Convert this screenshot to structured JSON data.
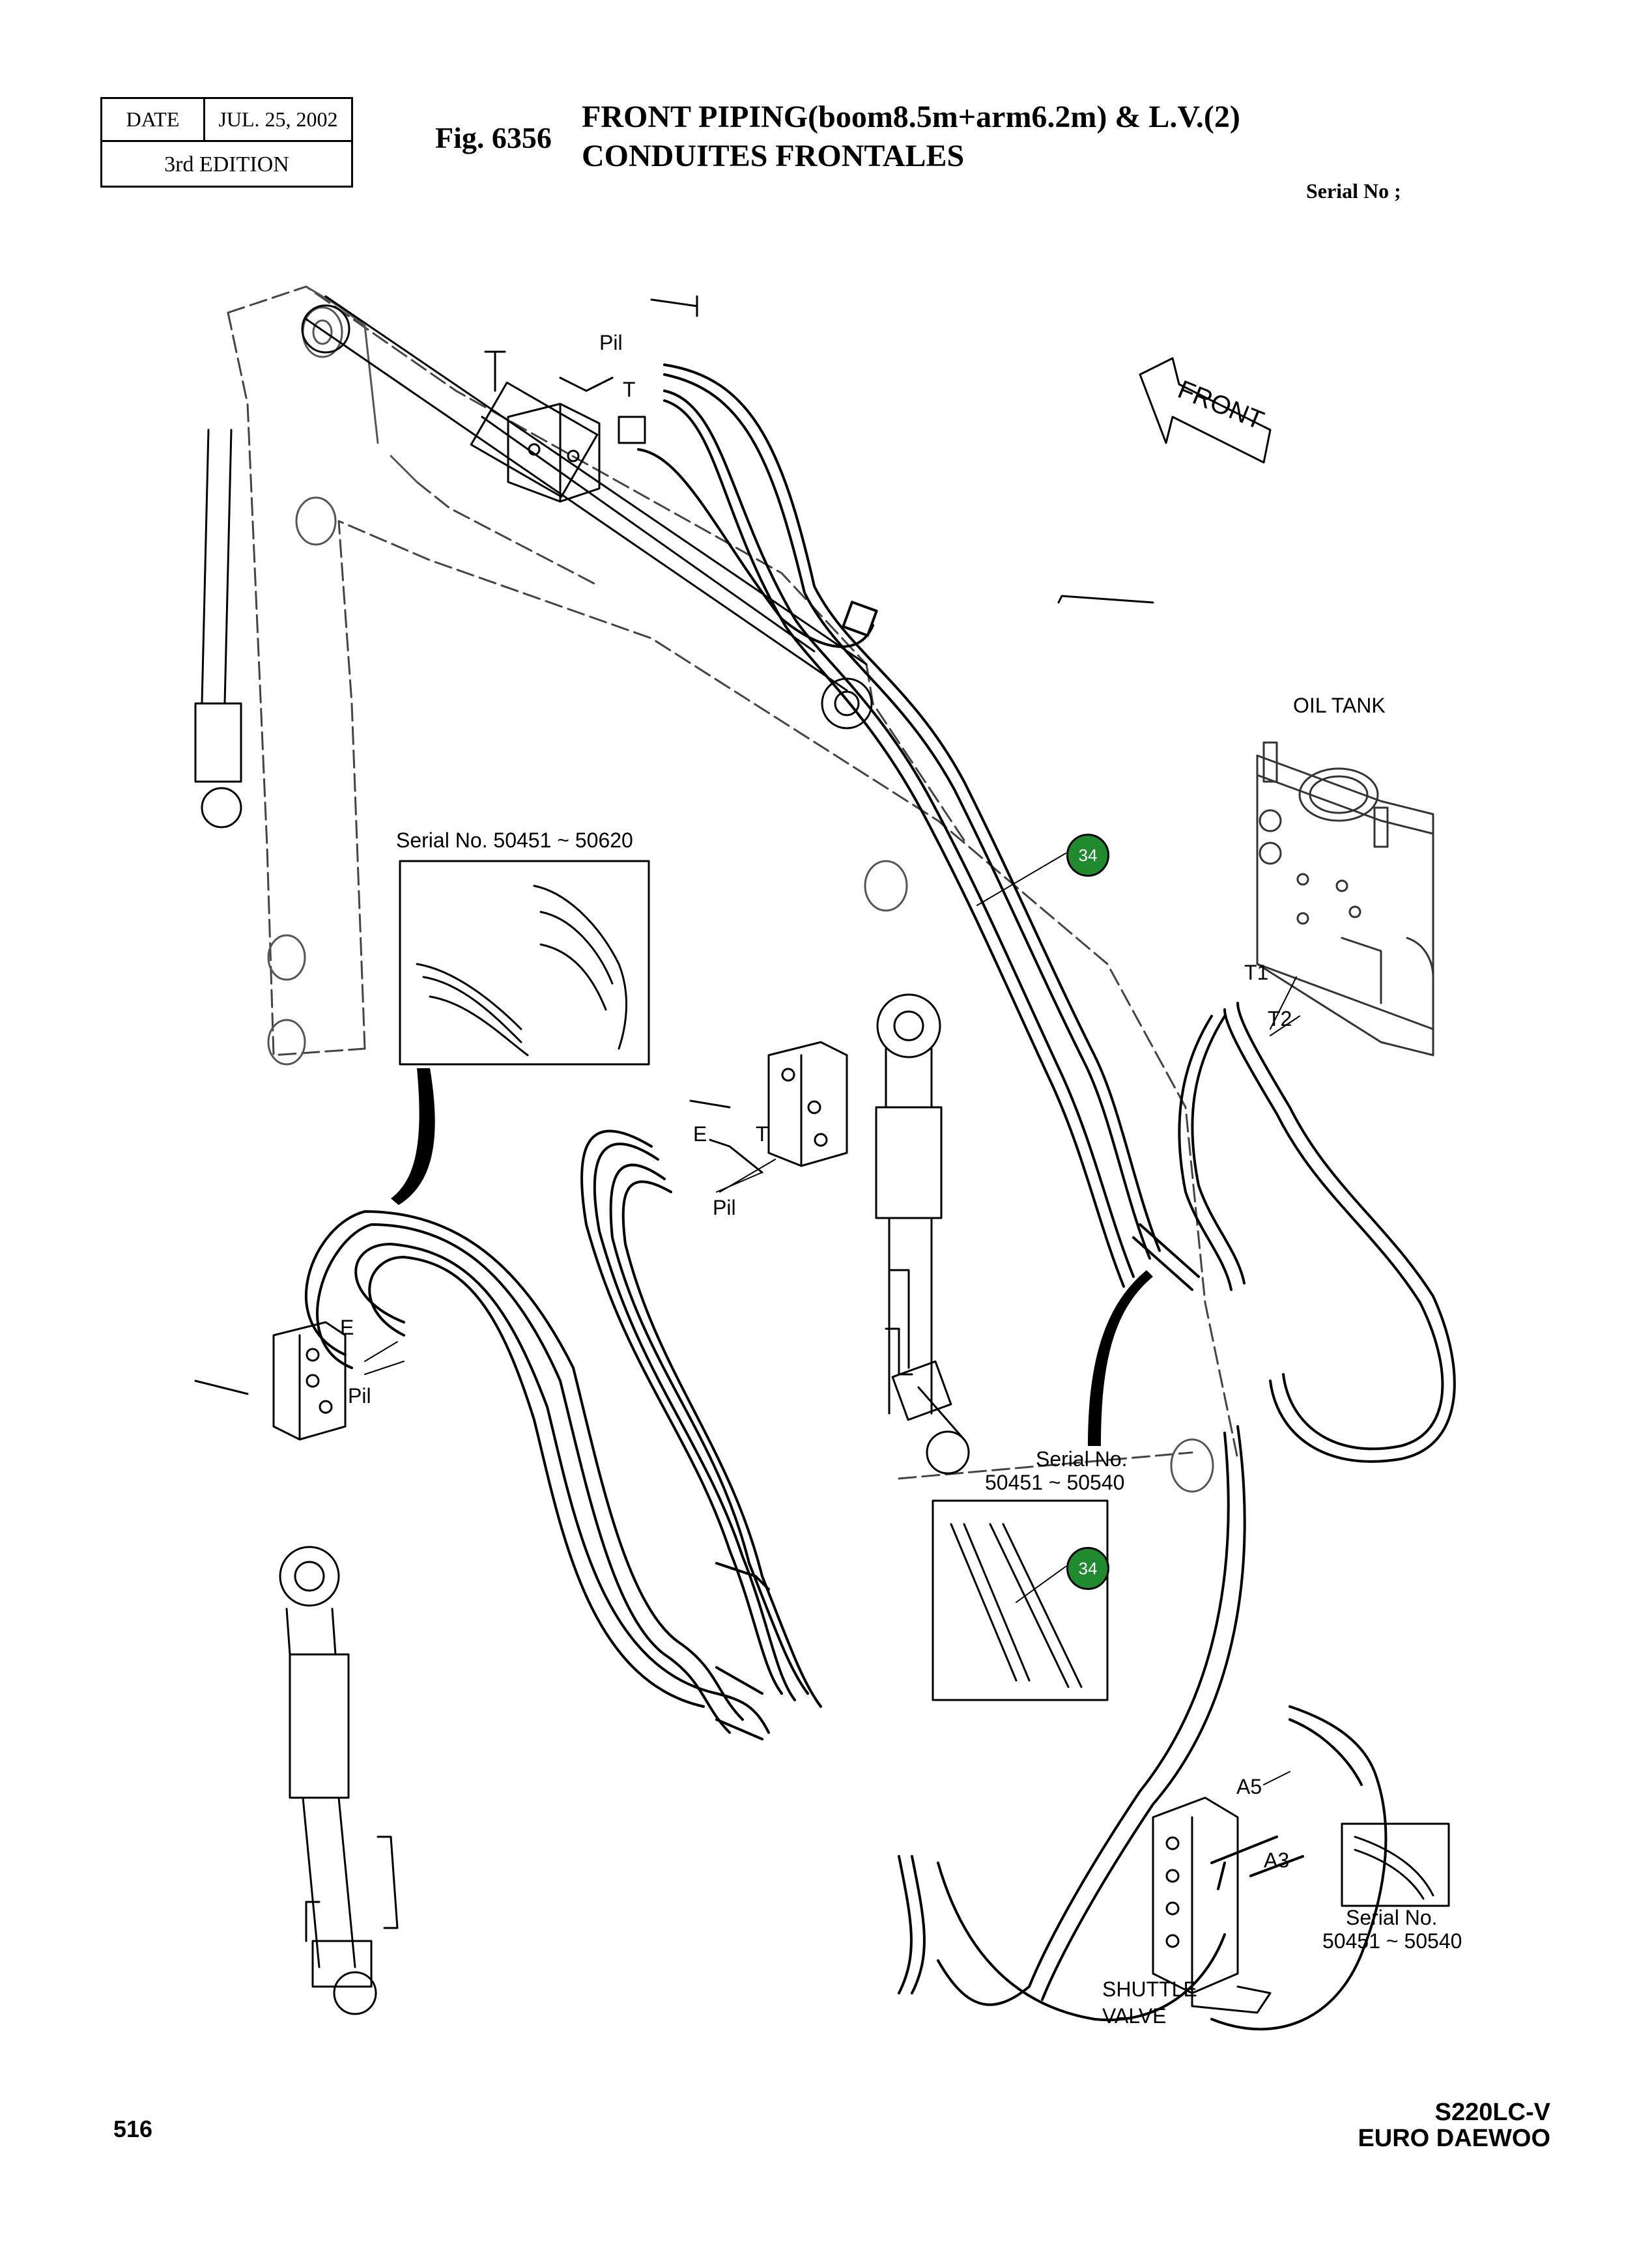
{
  "header": {
    "date_label": "DATE",
    "date_value": "JUL. 25, 2002",
    "edition": "3rd  EDITION",
    "fig_number": "Fig. 6356",
    "title_en": "FRONT PIPING(boom8.5m+arm6.2m) & L.V.(2)",
    "title_fr": "CONDUITES FRONTALES",
    "serial_label": "Serial No ;"
  },
  "diagram": {
    "front_arrow": "FRONT",
    "oil_tank": "OIL TANK",
    "shuttle_valve": [
      "SHUTTLE",
      "VALVE"
    ],
    "port_labels": {
      "pil_top": "Pil",
      "t_top": "T",
      "e_mid": "E",
      "t_mid": "T",
      "pil_mid": "Pil",
      "e_left": "E",
      "pil_left": "Pil",
      "t1": "T1",
      "t2": "T2",
      "a5": "A5",
      "a3": "A3"
    },
    "inset_serials": {
      "top_left": "Serial No. 50451 ~ 50620",
      "middle": [
        "Serial No.",
        "50451 ~ 50540"
      ],
      "bottom_right": [
        "Serial No.",
        "50451 ~ 50540"
      ]
    },
    "callouts": [
      "34",
      "34"
    ]
  },
  "footer": {
    "page_number": "516",
    "model": "S220LC-V",
    "brand": "EURO DAEWOO"
  }
}
